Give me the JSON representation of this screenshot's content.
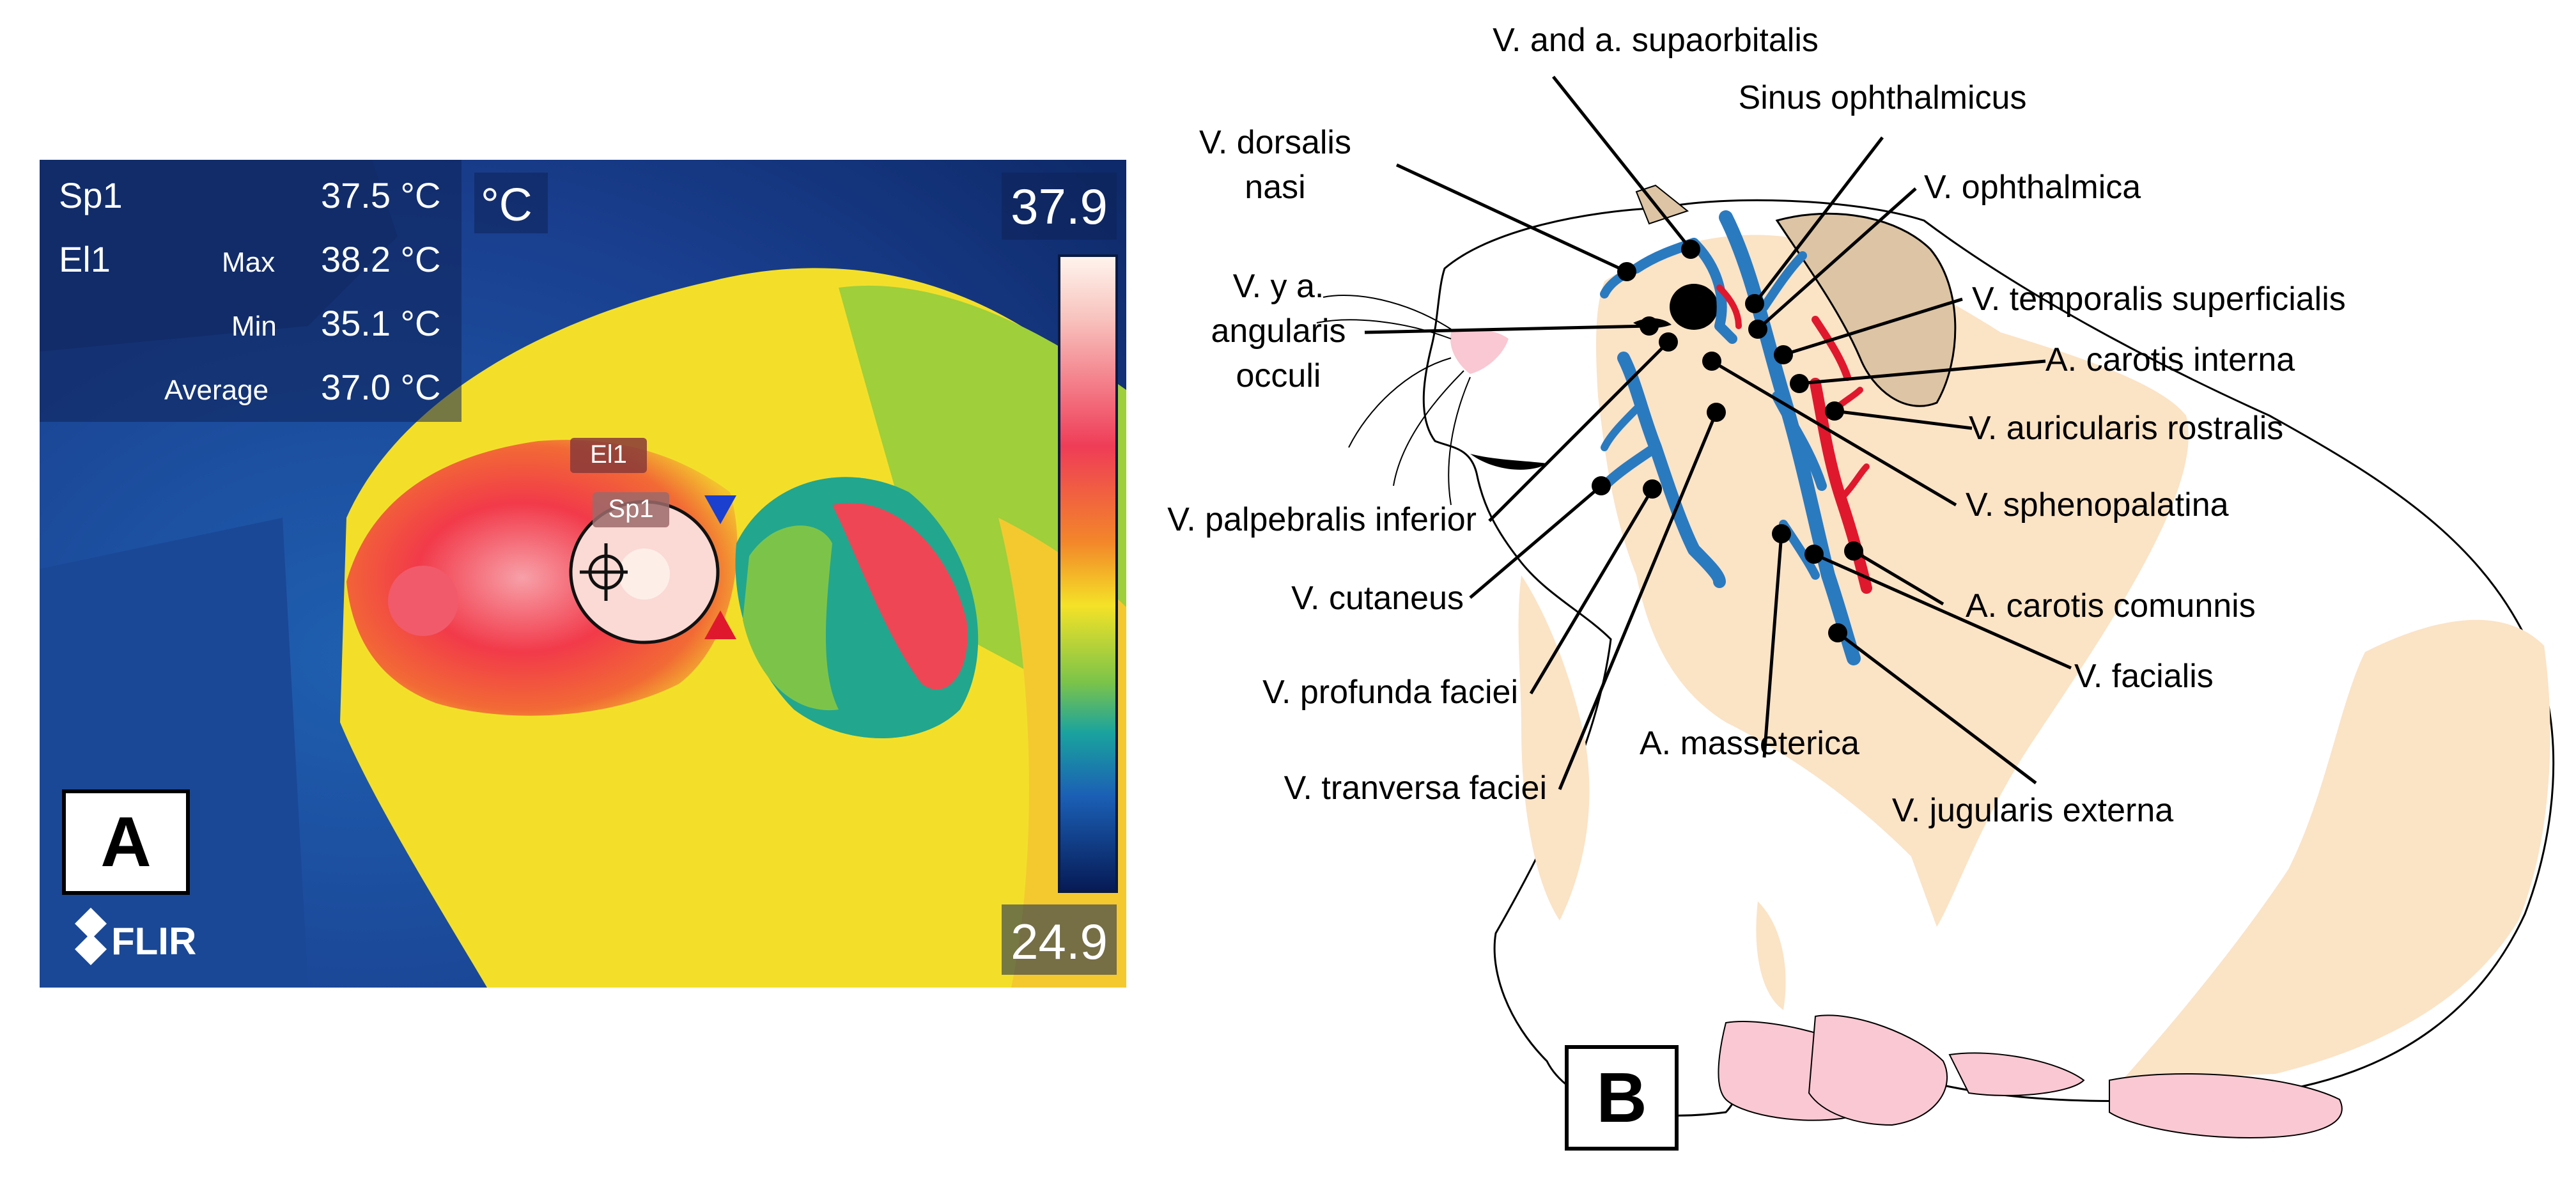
{
  "panel_a": {
    "letter": "A",
    "unit_symbol": "°C",
    "scale_max": "37.9",
    "scale_min": "24.9",
    "brand": "FLIR",
    "readouts": [
      {
        "name": "Sp1",
        "sub": "",
        "value": "37.5 °C"
      },
      {
        "name": "El1",
        "sub": "Max",
        "value": "38.2 °C"
      },
      {
        "name": "",
        "sub": "Min",
        "value": "35.1 °C"
      },
      {
        "name": "",
        "sub": "Average",
        "value": "37.0 °C"
      }
    ],
    "tags": {
      "ellipse": "El1",
      "spot": "Sp1"
    },
    "colors": {
      "background": "#1a3f8f",
      "hot": "#f33a4a",
      "warm": "#f5e52a",
      "scale_top": "#fff5ee",
      "scale_bottom": "#061a55"
    }
  },
  "panel_b": {
    "letter": "B",
    "labels": {
      "supraorbitalis": "V. and a. supaorbitalis",
      "sinus": "Sinus ophthalmicus",
      "dorsalis1": "V. dorsalis",
      "dorsalis2": "nasi",
      "ophthalmica": "V. ophthalmica",
      "angularis1": "V. y a.",
      "angularis2": "angularis",
      "angularis3": "occuli",
      "temporalis": "V. temporalis superficialis",
      "carotis_interna": "A. carotis interna",
      "auricularis": "V. auricularis rostralis",
      "sphenopalatina": "V. sphenopalatina",
      "palpebralis": "V. palpebralis inferior",
      "cutaneus": "V. cutaneus",
      "carotis_comunnis": "A. carotis comunnis",
      "facialis": "V. facialis",
      "profunda": "V. profunda faciei",
      "masseterica": "A. masseterica",
      "tranversa": "V. tranversa faciei",
      "jugularis": "V. jugularis externa"
    },
    "colors": {
      "vein": "#2a7ac0",
      "artery": "#e0182d",
      "fur_tan": "#fbe3c6",
      "ear": "#dcc4a4",
      "feet": "#f9c8d2"
    }
  }
}
